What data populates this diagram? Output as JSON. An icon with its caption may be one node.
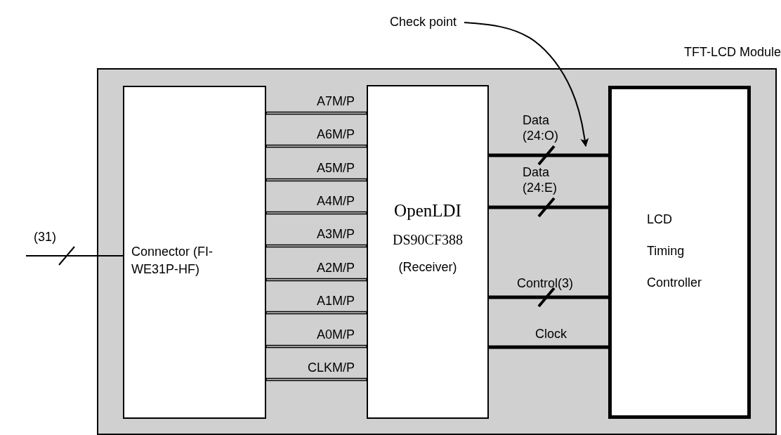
{
  "diagram": {
    "nodes": [
      {
        "text": [
          "TFT-LCD Module"
        ]
      },
      {
        "text": [
          "Connector (FI-WE31P-HF)"
        ],
        "in": 0
      },
      {
        "text": [
          "OpenLDI",
          "DS90CF388",
          "(Receiver)"
        ],
        "in": 0
      },
      {
        "text": [
          "LCD Timing Controller"
        ],
        "in": 0
      },
      {
        "text": [
          "Check point"
        ]
      }
    ],
    "edges": [
      {
        "from": null,
        "to": 1,
        "arrow": "none",
        "label": "(31)"
      },
      {
        "from": 1,
        "to": 2,
        "arrow": "none",
        "label": "A7M/P"
      },
      {
        "from": 1,
        "to": 2,
        "arrow": "none",
        "label": "A6M/P"
      },
      {
        "from": 1,
        "to": 2,
        "arrow": "none",
        "label": "A5M/P"
      },
      {
        "from": 1,
        "to": 2,
        "arrow": "none",
        "label": "A4M/P"
      },
      {
        "from": 1,
        "to": 2,
        "arrow": "none",
        "label": "A3M/P"
      },
      {
        "from": 1,
        "to": 2,
        "arrow": "none",
        "label": "A2M/P"
      },
      {
        "from": 1,
        "to": 2,
        "arrow": "none",
        "label": "A1M/P"
      },
      {
        "from": 1,
        "to": 2,
        "arrow": "none",
        "label": "A0M/P"
      },
      {
        "from": 1,
        "to": 2,
        "arrow": "none",
        "label": "CLKM/P"
      },
      {
        "from": 2,
        "to": 3,
        "arrow": "none",
        "label": "Data (24:O)"
      },
      {
        "from": 2,
        "to": 3,
        "arrow": "none",
        "label": "Data (24:E)"
      },
      {
        "from": 2,
        "to": 3,
        "arrow": "none",
        "label": "Control(3)"
      },
      {
        "from": 2,
        "to": 3,
        "arrow": "none",
        "label": "Clock"
      },
      {
        "from": 4,
        "to": null,
        "arrow": "to"
      }
    ]
  }
}
